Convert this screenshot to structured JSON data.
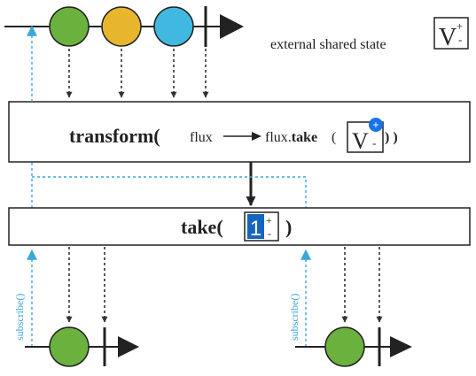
{
  "shared_state": {
    "caption": "external shared state",
    "symbol": "V",
    "plus": "+",
    "minus": "-"
  },
  "transform_box": {
    "keyword": "transform(",
    "input": "flux",
    "output_prefix": "flux.",
    "output_method": "take",
    "open_paren": "(",
    "value_symbol": "V",
    "plus_badge": "+",
    "minus": "-",
    "close_parens": ") )"
  },
  "take_box": {
    "keyword": "take(",
    "value": "1",
    "plus": "+",
    "minus": "-",
    "close_paren": ")"
  },
  "subscribe_labels": [
    "subscribe()",
    "subscribe()"
  ],
  "colors": {
    "green": "#6bb13e",
    "yellow": "#e8b62d",
    "blue": "#41b8df",
    "dashed_blue": "#3aa7d8",
    "dark": "#222222",
    "value_bg": "#1565c0"
  },
  "top_stream": {
    "marbles": [
      "green",
      "yellow",
      "blue"
    ],
    "completed": true
  },
  "bottom_streams": [
    {
      "marbles": [
        "green"
      ],
      "completed": true
    },
    {
      "marbles": [
        "green"
      ],
      "completed": true
    }
  ]
}
